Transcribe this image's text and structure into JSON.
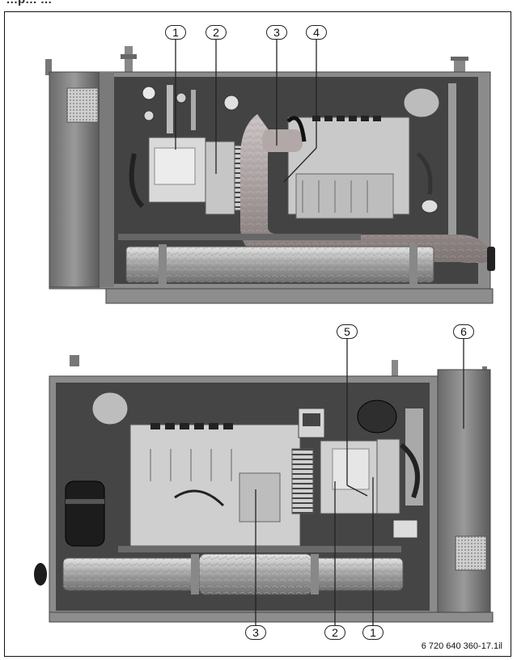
{
  "header_fragment": "...p... ...",
  "callouts_top": [
    "1",
    "2",
    "3",
    "4"
  ],
  "callouts_bottom": [
    "5",
    "6",
    "3",
    "2",
    "1"
  ],
  "figure_id": "6 720 640 360-17.1il"
}
